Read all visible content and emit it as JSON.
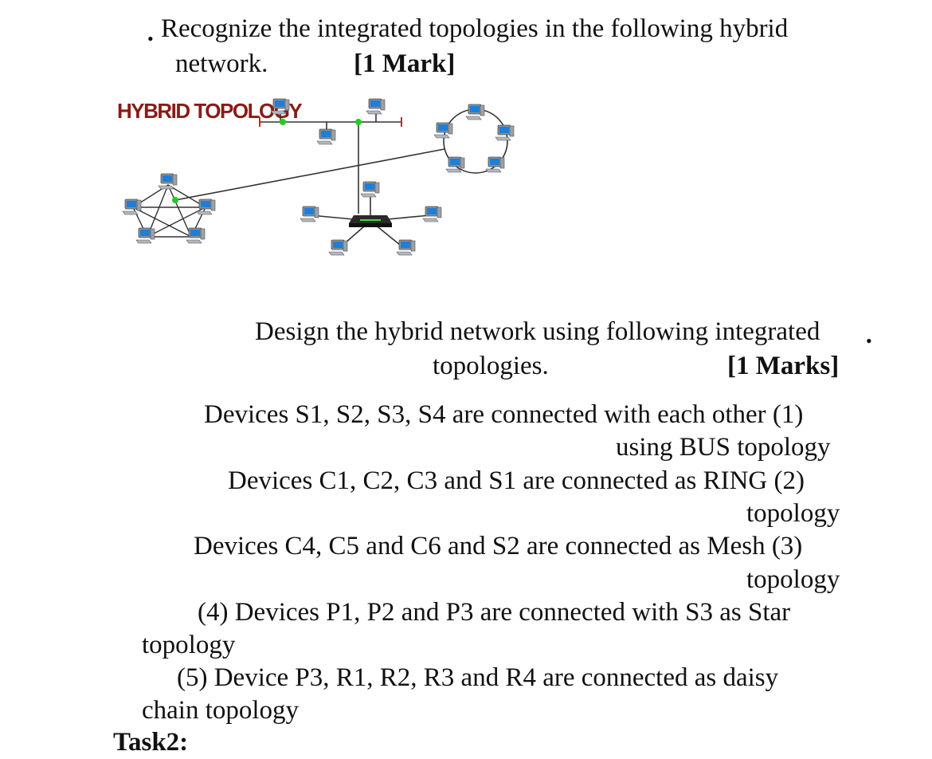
{
  "q1": {
    "bullet": "•",
    "line1": "Recognize the integrated topologies in the following hybrid",
    "line2": "network.",
    "mark": "[1 Mark]"
  },
  "diagram": {
    "title": "HYBRID TOPOLOGY",
    "colors": {
      "title": "#8a1a16",
      "wire": "#333333",
      "node_dot": "#22cc22",
      "terminator": "#cc2222",
      "screen": "#1e7fd8",
      "case": "#8a8f96",
      "switch": "#2a2a2a"
    },
    "icons": [
      "computer-icon",
      "switch-icon"
    ]
  },
  "q2": {
    "line1": "Design the hybrid network using following integrated",
    "bullet": "•",
    "line2": "topologies.",
    "mark": "[1 Marks]"
  },
  "items": {
    "i1a": "Devices S1, S2, S3, S4 are connected with each other (1)",
    "i1b": "using BUS topology",
    "i2a": "Devices C1, C2, C3 and S1 are connected as RING (2)",
    "i2b": "topology",
    "i3a": "Devices C4, C5 and C6 and S2 are connected as Mesh (3)",
    "i3b": "topology",
    "i4a": "(4) Devices P1, P2 and P3 are connected with S3 as Star",
    "i4b": "topology",
    "i5a": "(5) Device P3, R1, R2, R3 and R4 are connected as daisy",
    "i5b": "chain topology"
  },
  "next": {
    "heading": "Task2:"
  }
}
